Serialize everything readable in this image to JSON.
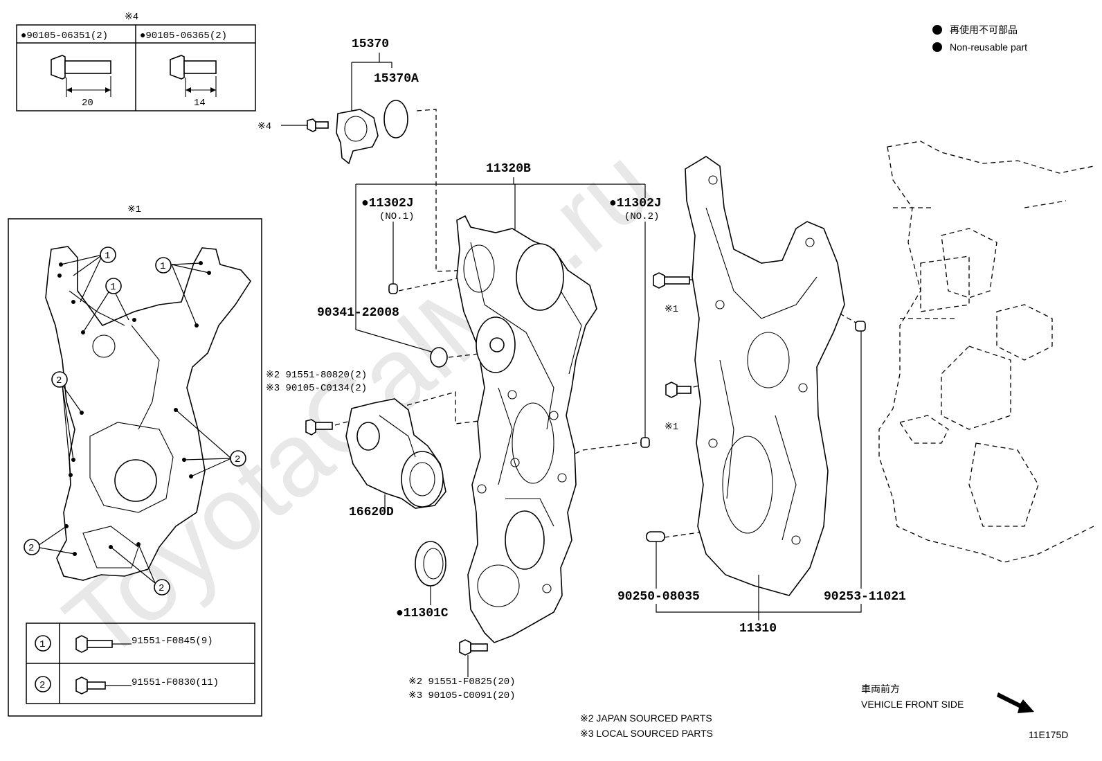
{
  "watermark": "ToyotaCalMe.ru",
  "legend": {
    "line1": "再使用不可部品",
    "line2": "Non-reusable part"
  },
  "inset4": {
    "title": "※4",
    "cells": [
      {
        "part": "●90105-06351(2)",
        "dimension": "20"
      },
      {
        "part": "●90105-06365(2)",
        "dimension": "14"
      }
    ]
  },
  "inset1": {
    "title": "※1",
    "marker1": "1",
    "marker2": "2",
    "table": [
      {
        "key": "1",
        "part": "91551-F0845(9)"
      },
      {
        "key": "2",
        "part": "91551-F0830(11)"
      }
    ]
  },
  "callouts": {
    "c15370": "15370",
    "c15370A": "15370A",
    "star4": "※4",
    "c11320B": "11320B",
    "c11302J_1": "●11302J",
    "no1": "(NO.1)",
    "c11302J_2": "●11302J",
    "no2": "(NO.2)",
    "c90341": "90341-22008",
    "star2_a": "※2 91551-80820(2)",
    "star3_a": "※3 90105-C0134(2)",
    "c16620D": "16620D",
    "c11301C": "●11301C",
    "star2_b": "※2 91551-F0825(20)",
    "star3_b": "※3 90105-C0091(20)",
    "star1_a": "※1",
    "star1_b": "※1",
    "c90250": "90250-08035",
    "c90253": "90253-11021",
    "c11310": "11310"
  },
  "footnotes": {
    "note2": "※2 JAPAN SOURCED PARTS",
    "note3": "※3 LOCAL SOURCED PARTS"
  },
  "direction": {
    "jp": "車両前方",
    "en": "VEHICLE FRONT SIDE"
  },
  "figure_code": "11E175D"
}
